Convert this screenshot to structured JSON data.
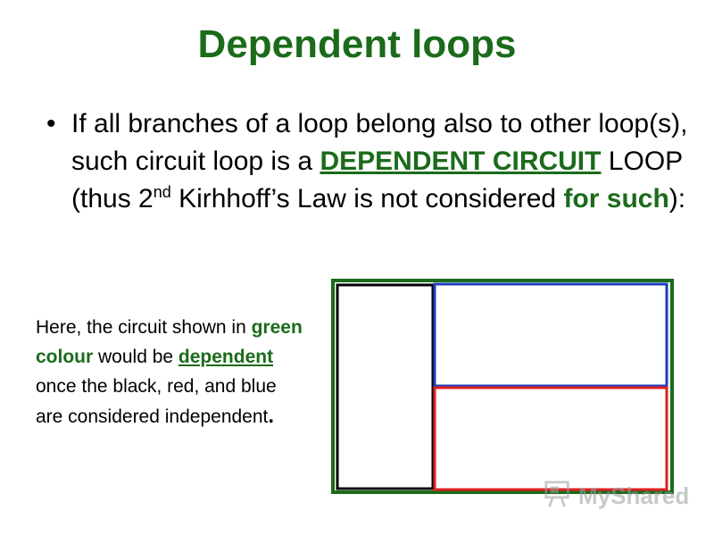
{
  "slide": {
    "title": "Dependent loops",
    "bullet": {
      "symbol": "•",
      "text_part1": "If all branches of a loop belong also to other loop(s), such circuit loop is a ",
      "highlight_term": "DEPENDENT CIRCUIT",
      "text_part2": " LOOP (thus 2",
      "ordinal_suffix": "nd",
      "text_part3": " Kirhhoff’s Law is not considered ",
      "highlight_phrase": "for such",
      "text_part4": "):"
    },
    "note": {
      "part1": "Here, the circuit shown in ",
      "green_term": "green colour",
      "part2": " would be ",
      "dependent_term": "dependent",
      "part3": " once the black, red, and blue are considered independent",
      "period": "."
    }
  },
  "diagram": {
    "loops": [
      {
        "name": "green loop",
        "color": "#1a6b1a"
      },
      {
        "name": "black loop",
        "color": "#000000"
      },
      {
        "name": "blue loop",
        "color": "#1f3fbf"
      },
      {
        "name": "red loop",
        "color": "#e02020"
      }
    ]
  },
  "watermark": {
    "text": "MyShared",
    "icon": "presentation-board-icon"
  },
  "colors": {
    "title_green": "#1b6b1b",
    "accent_green": "#1b6b1b",
    "text": "#000000",
    "background": "#ffffff"
  }
}
